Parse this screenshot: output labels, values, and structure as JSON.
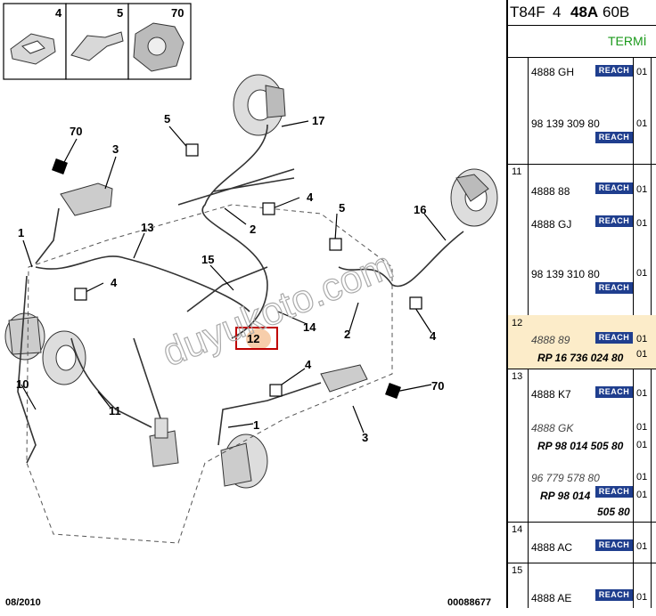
{
  "diagram": {
    "inset_numbers": [
      "4",
      "5",
      "70"
    ],
    "callouts": [
      "70",
      "3",
      "1",
      "13",
      "4",
      "5",
      "17",
      "4",
      "2",
      "15",
      "5",
      "16",
      "14",
      "2",
      "4",
      "12",
      "4",
      "70",
      "10",
      "11",
      "1",
      "3"
    ],
    "footer_date": "08/2010",
    "footer_ref": "00088677",
    "watermark": "duyukoto.com"
  },
  "parts": {
    "header": {
      "part1": "T84F",
      "part2": "4",
      "part3": "48A",
      "part4": "60B"
    },
    "subheader": "TERMİ",
    "reach_label": "REACH",
    "rows": [
      {
        "group": "",
        "items": [
          {
            "ref": "4888 GH",
            "qty": "01"
          },
          {
            "ref": "98 139 309 80",
            "qty": "01"
          }
        ]
      },
      {
        "group": "11",
        "items": [
          {
            "ref": "4888 88",
            "qty": "01"
          },
          {
            "ref": "4888 GJ",
            "qty": "01"
          },
          {
            "ref": "98 139 310 80",
            "qty": "01"
          }
        ]
      },
      {
        "group": "12",
        "items": [
          {
            "ref": "4888 89",
            "qty": "01"
          },
          {
            "ref": "RP 16 736 024 80",
            "qty": "01"
          }
        ]
      },
      {
        "group": "13",
        "items": [
          {
            "ref": "4888 K7",
            "qty": "01"
          },
          {
            "ref": "4888 GK",
            "qty": "01"
          },
          {
            "ref": "RP 98 014 505 80",
            "qty": "01"
          },
          {
            "ref": "96 779 578 80",
            "qty": "01"
          },
          {
            "ref": "RP 98 014",
            "ref_cont": "505 80",
            "qty": "01"
          }
        ]
      },
      {
        "group": "14",
        "items": [
          {
            "ref": "4888 AC",
            "qty": "01"
          }
        ]
      },
      {
        "group": "15",
        "items": [
          {
            "ref": "4888 AE",
            "qty": "01"
          }
        ]
      }
    ]
  }
}
